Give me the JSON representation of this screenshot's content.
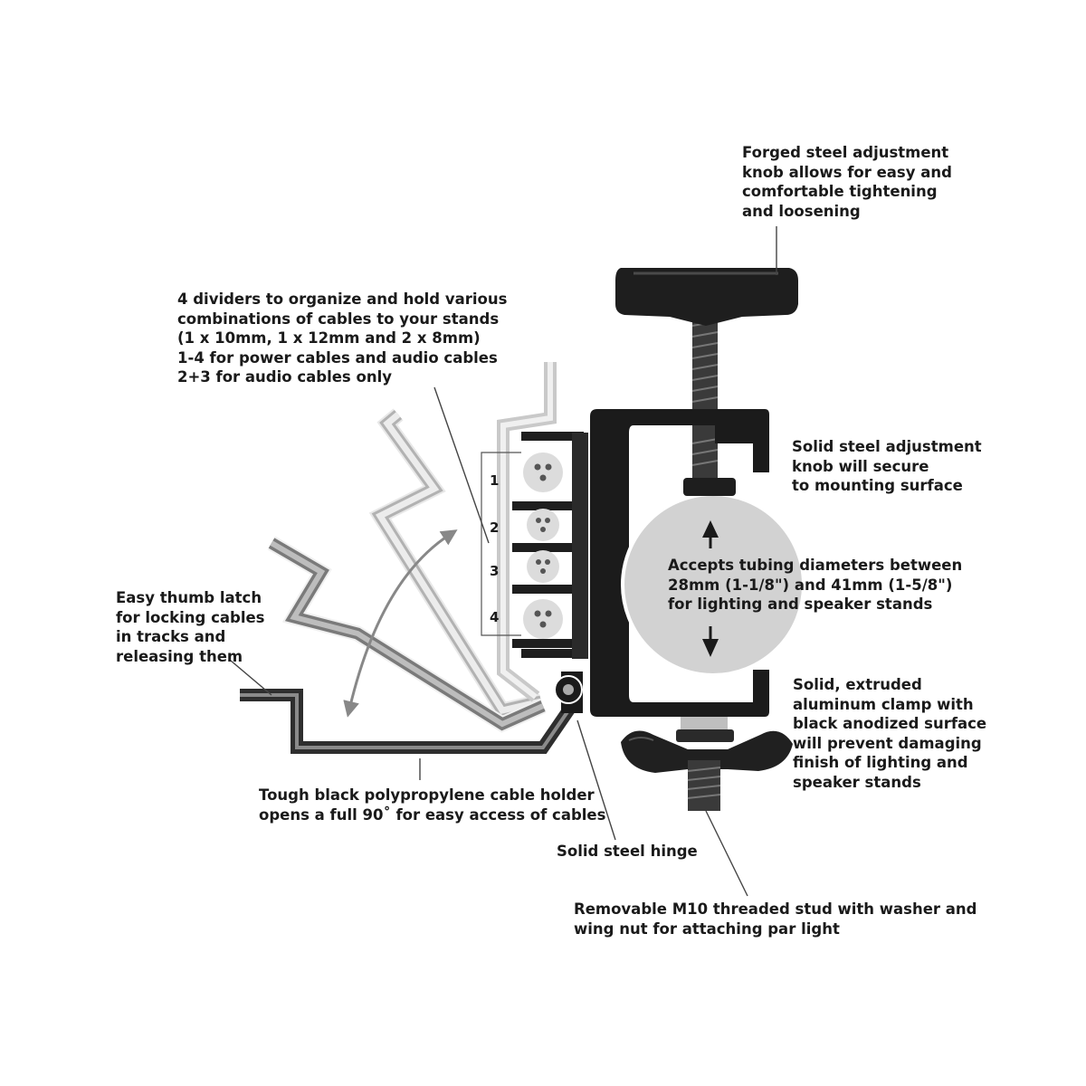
{
  "callouts": {
    "knob": [
      "Forged steel adjustment",
      "knob allows for easy and",
      "comfortable tightening",
      "and loosening"
    ],
    "dividers": [
      "4 dividers to organize and hold various",
      "combinations of cables to your stands",
      "(1 x 10mm, 1 x 12mm and 2 x 8mm)",
      "1-4 for power cables and audio cables",
      "2+3 for audio cables only"
    ],
    "secure": [
      "Solid steel adjustment",
      "knob will secure",
      "to mounting surface"
    ],
    "tubing": [
      "Accepts tubing diameters between",
      "28mm (1-1/8\") and 41mm (1-5/8\")",
      "for lighting and speaker stands"
    ],
    "latch": [
      "Easy thumb latch",
      "for locking cables",
      "in tracks and",
      "releasing them"
    ],
    "clamp": [
      "Solid, extruded",
      "aluminum clamp with",
      "black anodized surface",
      "will prevent damaging",
      "finish of lighting and",
      "speaker stands"
    ],
    "holder": [
      "Tough black polypropylene cable holder",
      "opens a full 90˚ for easy access of cables"
    ],
    "hinge": [
      "Solid steel hinge"
    ],
    "stud": [
      "Removable M10 threaded stud with washer and",
      "wing nut for attaching par light"
    ]
  },
  "slot_numbers": [
    "1",
    "2",
    "3",
    "4"
  ],
  "colors": {
    "clamp_black": "#1b1b1b",
    "holder_gray": "#555555",
    "holder_light": "#b9b9b9",
    "tube_gray": "#d2d2d2",
    "text": "#1a1a1a"
  }
}
